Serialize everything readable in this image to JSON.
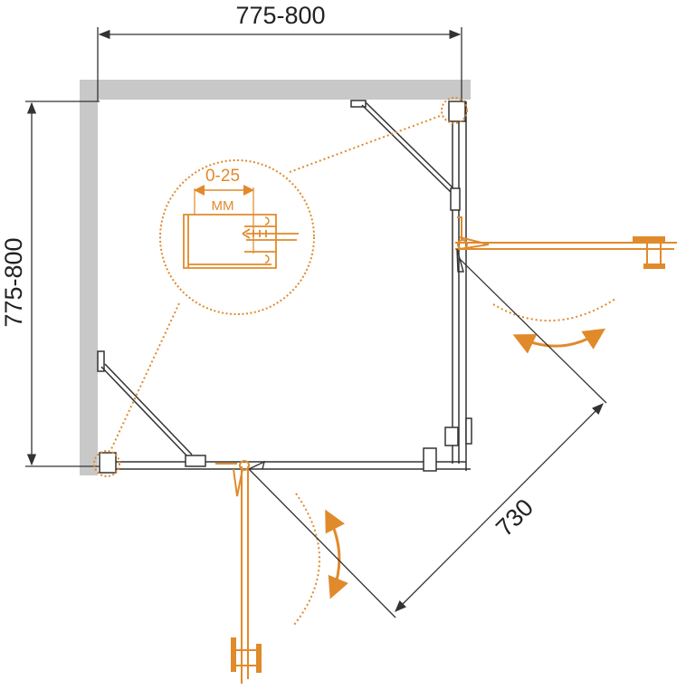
{
  "dimensions": {
    "width_label": "775-800",
    "depth_label": "775-800",
    "diagonal_label": "730"
  },
  "callout": {
    "adjustment_label": "0-25",
    "unit_label": "ММ"
  },
  "colors": {
    "accent": "#e08a2c",
    "line": "#333333",
    "wall": "#c8c8c8"
  }
}
